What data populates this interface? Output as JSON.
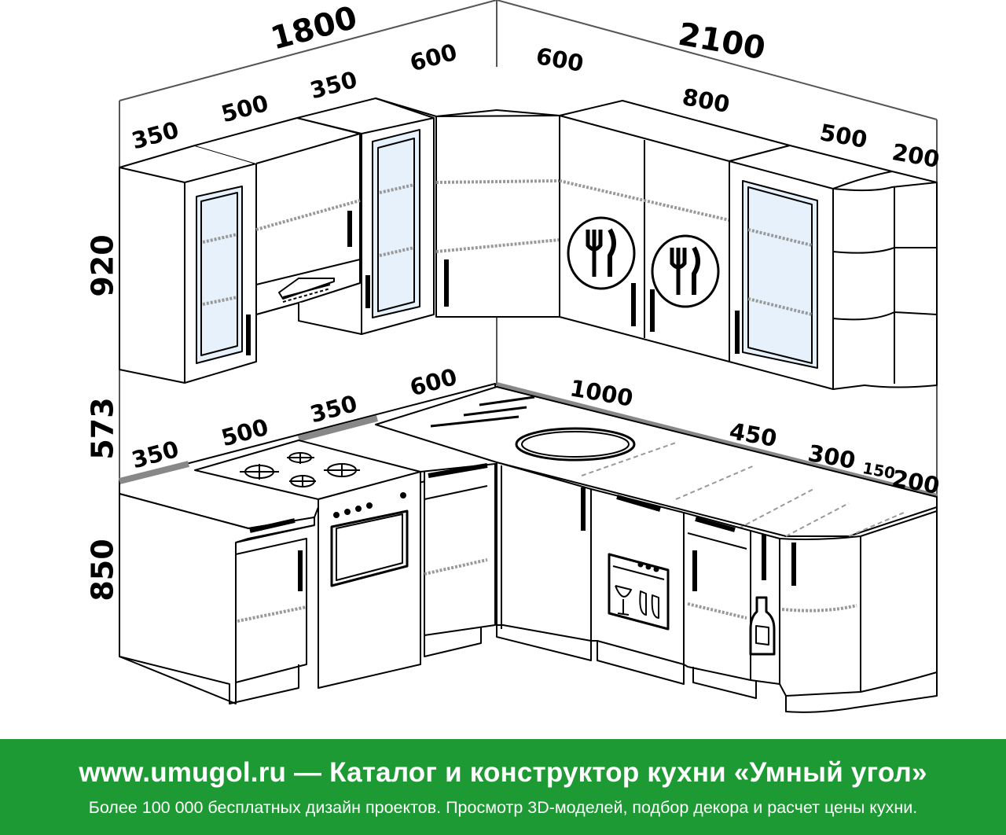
{
  "dimensions": {
    "upper_total_left": "1800",
    "upper_total_right": "2100",
    "upper_left": [
      "350",
      "500",
      "350",
      "600"
    ],
    "upper_right": [
      "600",
      "800",
      "500",
      "200"
    ],
    "lower_left": [
      "350",
      "500",
      "350",
      "600"
    ],
    "lower_right": [
      "1000",
      "450",
      "300",
      "150",
      "200"
    ],
    "height_upper": "920",
    "height_gap": "573",
    "height_lower": "850"
  },
  "colors": {
    "footer_bg": "#1e9a35",
    "glass": "#e6f1fb",
    "countertop_edge": "#888888"
  },
  "icons": [
    "cutlery-plate-icon",
    "cutlery-plate-icon",
    "hood-icon",
    "gas-hob-icon",
    "sink-icon",
    "oven-icon",
    "dishwasher-icon",
    "bottle-icon"
  ],
  "footer": {
    "title": "www.umugol.ru  —  Каталог и конструктор кухни «Умный угол»",
    "subtitle": "Более 100 000 бесплатных дизайн проектов. Просмотр 3D-моделей, подбор декора и расчет цены кухни."
  }
}
